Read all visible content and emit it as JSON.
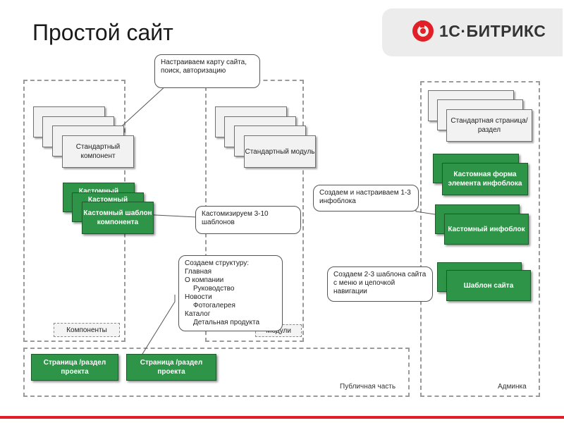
{
  "title": "Простой сайт",
  "logo": {
    "text": "1С·БИТРИКС",
    "mark_color": "#e11f26"
  },
  "colors": {
    "accent_red": "#e11f26",
    "green": "#2e9447",
    "gray_card": "#f2f2f2"
  },
  "labels": {
    "components": "Компоненты",
    "modules": "Модули",
    "public": "Публичная часть",
    "admin": "Админка"
  },
  "cards": {
    "standard_component": "Стандартный компонент",
    "standard_module": "Стандартный модуль",
    "standard_page": "Стандартная страница/раздел",
    "custom_template_back1": "Кастомный",
    "custom_template_back2": "Кастомный",
    "custom_template": "Кастомный шаблон компонента",
    "custom_form": "Кастомная форма элемента инфоблока",
    "custom_iblock": "Кастомный инфоблок",
    "site_template": "Шаблон сайта",
    "page1": "Страница /раздел проекта",
    "page2": "Страница /раздел проекта"
  },
  "callouts": {
    "map_search": "Настраиваем карту сайта, поиск, авторизацию",
    "customize": "Кастомизируем 3-10 шаблонов",
    "iblocks": "Создаем и настраиваем 1-3 инфоблока",
    "templates": "Создаем 2-3 шаблона сайта с меню и цепочкой навигации",
    "structure_title": "Создаем структуру:",
    "structure_items": [
      "Главная",
      "О компании",
      "Руководство",
      "Новости",
      "Фотогалерея",
      "Каталог",
      "Детальная продукта"
    ]
  }
}
